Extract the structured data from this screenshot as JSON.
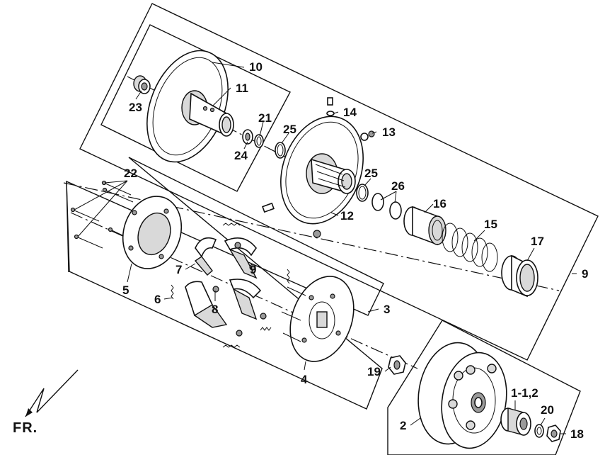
{
  "callouts": [
    {
      "id": "c10",
      "text": "10"
    },
    {
      "id": "c11",
      "text": "11"
    },
    {
      "id": "c23",
      "text": "23"
    },
    {
      "id": "c21",
      "text": "21"
    },
    {
      "id": "c24",
      "text": "24"
    },
    {
      "id": "c25a",
      "text": "25"
    },
    {
      "id": "c14",
      "text": "14"
    },
    {
      "id": "c13",
      "text": "13"
    },
    {
      "id": "c25b",
      "text": "25"
    },
    {
      "id": "c26",
      "text": "26"
    },
    {
      "id": "c16",
      "text": "16"
    },
    {
      "id": "c12",
      "text": "12"
    },
    {
      "id": "c15",
      "text": "15"
    },
    {
      "id": "c17",
      "text": "17"
    },
    {
      "id": "c9",
      "text": "9"
    },
    {
      "id": "c22",
      "text": "22"
    },
    {
      "id": "c5",
      "text": "5"
    },
    {
      "id": "c7",
      "text": "7"
    },
    {
      "id": "c9b",
      "text": "9"
    },
    {
      "id": "c6",
      "text": "6"
    },
    {
      "id": "c8",
      "text": "8"
    },
    {
      "id": "c3",
      "text": "3"
    },
    {
      "id": "c4",
      "text": "4"
    },
    {
      "id": "c19",
      "text": "19"
    },
    {
      "id": "c1",
      "text": "1-1,2"
    },
    {
      "id": "c20",
      "text": "20"
    },
    {
      "id": "c2",
      "text": "2"
    },
    {
      "id": "c18",
      "text": "18"
    }
  ],
  "front_marker": {
    "label": "FR."
  },
  "colors": {
    "line": "#111111",
    "fill_light": "#d9d9d9",
    "fill_dark": "#9a9a9a",
    "background": "#ffffff"
  }
}
